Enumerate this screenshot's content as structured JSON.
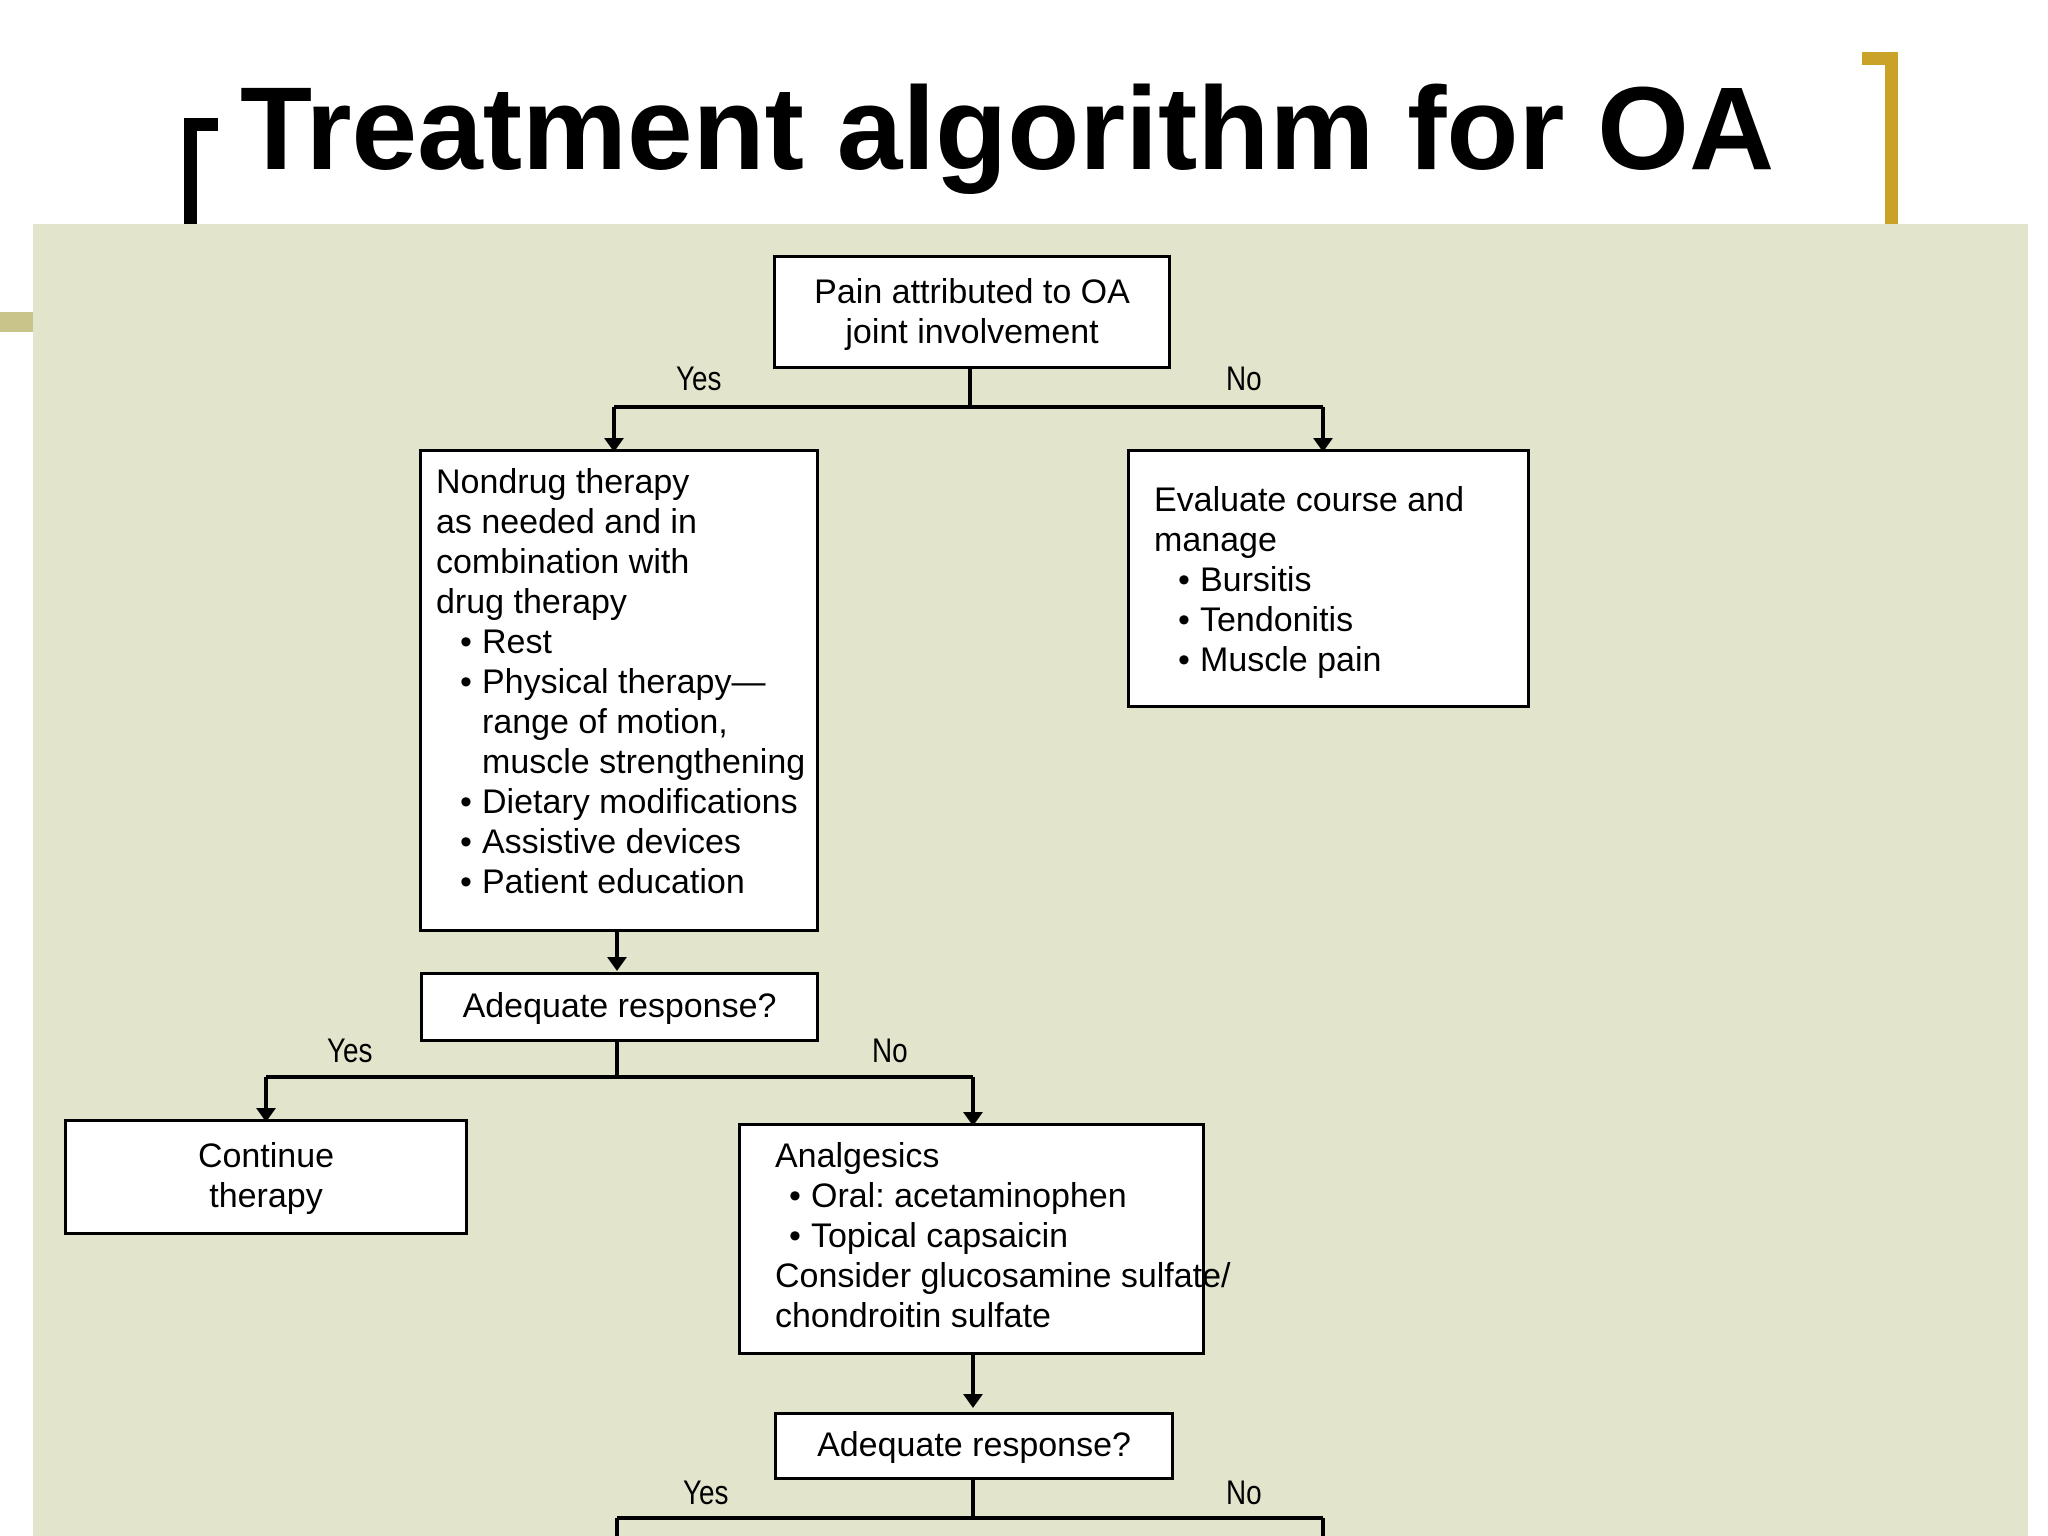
{
  "slide": {
    "title": "Treatment algorithm for OA"
  },
  "flowchart": {
    "root": {
      "lines": [
        "Pain attributed to OA",
        "joint involvement"
      ]
    },
    "root_yes": "Yes",
    "root_no": "No",
    "nondrug": {
      "lines": [
        "Nondrug therapy",
        "as needed and in",
        "combination with",
        "drug therapy"
      ],
      "items": [
        {
          "text": "Rest"
        },
        {
          "text": "Physical therapy—",
          "cont": [
            "range of motion,",
            "muscle strengthening"
          ]
        },
        {
          "text": "Dietary modifications"
        },
        {
          "text": "Assistive devices"
        },
        {
          "text": "Patient education"
        }
      ]
    },
    "evaluate": {
      "lines": [
        "Evaluate course and",
        "manage"
      ],
      "items": [
        "Bursitis",
        "Tendonitis",
        "Muscle pain"
      ]
    },
    "response1": "Adequate response?",
    "response1_yes": "Yes",
    "response1_no": "No",
    "continue": {
      "lines": [
        "Continue",
        "therapy"
      ]
    },
    "analgesics": {
      "lines": [
        "Analgesics"
      ],
      "items": [
        "Oral: acetaminophen",
        "Topical capsaicin"
      ],
      "footer": [
        "Consider glucosamine sulfate/",
        "chondroitin sulfate"
      ]
    },
    "response2": "Adequate response?",
    "response2_yes": "Yes",
    "response2_no": "No"
  }
}
